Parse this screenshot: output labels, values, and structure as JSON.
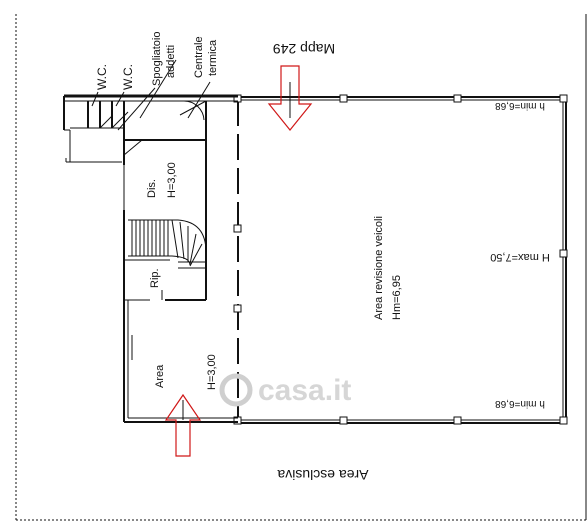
{
  "labels": {
    "wc_1": "W.C.",
    "wc_2": "W.C.",
    "spogliatoio": "Spogliatoio",
    "addetti": "addetti",
    "centrale": "Centrale",
    "termica": "termica",
    "mapp": "Mapp 249",
    "h_min_top": "h min=6,68",
    "h_min_bottom": "h min=6,68",
    "h_max": "H max=7,50",
    "dis": "Dis.",
    "dis_h": "H=3,00",
    "rip": "Rip.",
    "area_small": "Area",
    "area_small_h": "H=3,00",
    "area_revisione": "Area revisione veicoli",
    "hm": "Hm=6,95",
    "area_esclusiva": "Area esclusiva",
    "watermark": "casa.it"
  },
  "colors": {
    "line": "#111111",
    "arrow": "#d01818",
    "watermark": "#c8c8c8"
  }
}
